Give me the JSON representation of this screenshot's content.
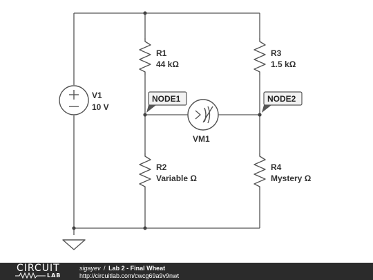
{
  "circuit": {
    "source": {
      "name": "V1",
      "value": "10 V"
    },
    "resistors": [
      {
        "name": "R1",
        "value": "44 kΩ"
      },
      {
        "name": "R3",
        "value": "1.5 kΩ"
      },
      {
        "name": "R2",
        "value": "Variable Ω"
      },
      {
        "name": "R4",
        "value": "Mystery Ω"
      }
    ],
    "voltmeter": {
      "name": "VM1"
    },
    "nodes": [
      "NODE1",
      "NODE2"
    ]
  },
  "footer": {
    "logo_top": "CIRCUIT",
    "logo_bottom": "LAB",
    "user": "sigayev",
    "separator": "/",
    "title": "Lab 2 - Final Wheat",
    "url": "http://circuitlab.com/cwcg69a9v9nwt"
  },
  "colors": {
    "wire": "#555555",
    "footer_bg": "#2b2b2b",
    "tag_bg": "#f2f2f2"
  }
}
